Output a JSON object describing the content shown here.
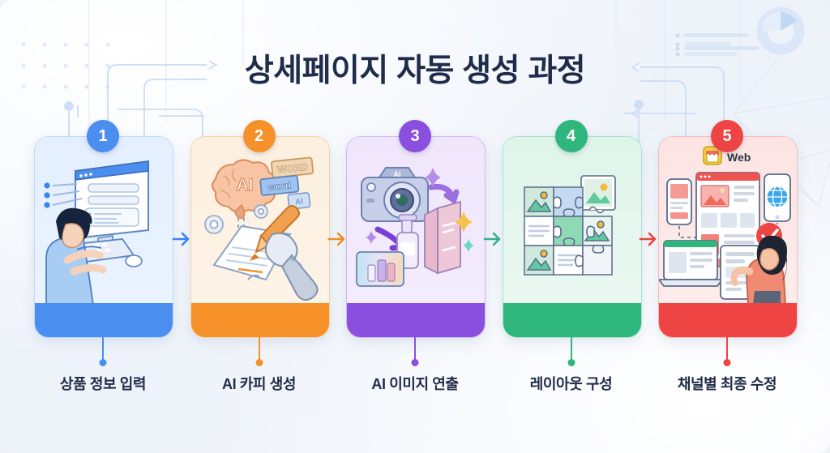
{
  "page": {
    "title": "상세페이지 자동 생성 과정",
    "background_color": "#f1f5fb",
    "title_color": "#1f2d4a"
  },
  "steps": [
    {
      "number": "1",
      "caption": "상품 정보 입력",
      "accent": "#4a8ef0",
      "tint": "#e7f1ff",
      "arrow_color": "#3b82f6",
      "illustration": "person-typing-at-monitor",
      "icon_name": "desktop-input-icon"
    },
    {
      "number": "2",
      "caption": "AI 카피 생성",
      "accent": "#f59128",
      "tint": "#fdf2e4",
      "arrow_color": "#ef8c2a",
      "illustration": "ai-brain-robot-arm-writing",
      "icon_name": "ai-copywriting-icon",
      "labels": {
        "brain": "AI",
        "card_big": "WORD",
        "card_mid": "word",
        "card_small": "AI"
      }
    },
    {
      "number": "3",
      "caption": "AI 이미지 연출",
      "accent": "#8b4fe0",
      "tint": "#f1e9fd",
      "arrow_color": "#3aab93",
      "illustration": "camera-to-product-photo",
      "icon_name": "ai-image-icon",
      "labels": {
        "camera": "AI"
      }
    },
    {
      "number": "4",
      "caption": "레이아웃 구성",
      "accent": "#2fb67c",
      "tint": "#e4f7ee",
      "arrow_color": "#e8453c",
      "illustration": "puzzle-grid-layout",
      "icon_name": "layout-puzzle-icon"
    },
    {
      "number": "5",
      "caption": "채널별 최종 수정",
      "accent": "#ef4444",
      "tint": "#fdeaea",
      "arrow_color": "#ef4444",
      "illustration": "multi-device-final-edit",
      "icon_name": "multichannel-publish-icon",
      "labels": {
        "web": "Web"
      }
    }
  ]
}
